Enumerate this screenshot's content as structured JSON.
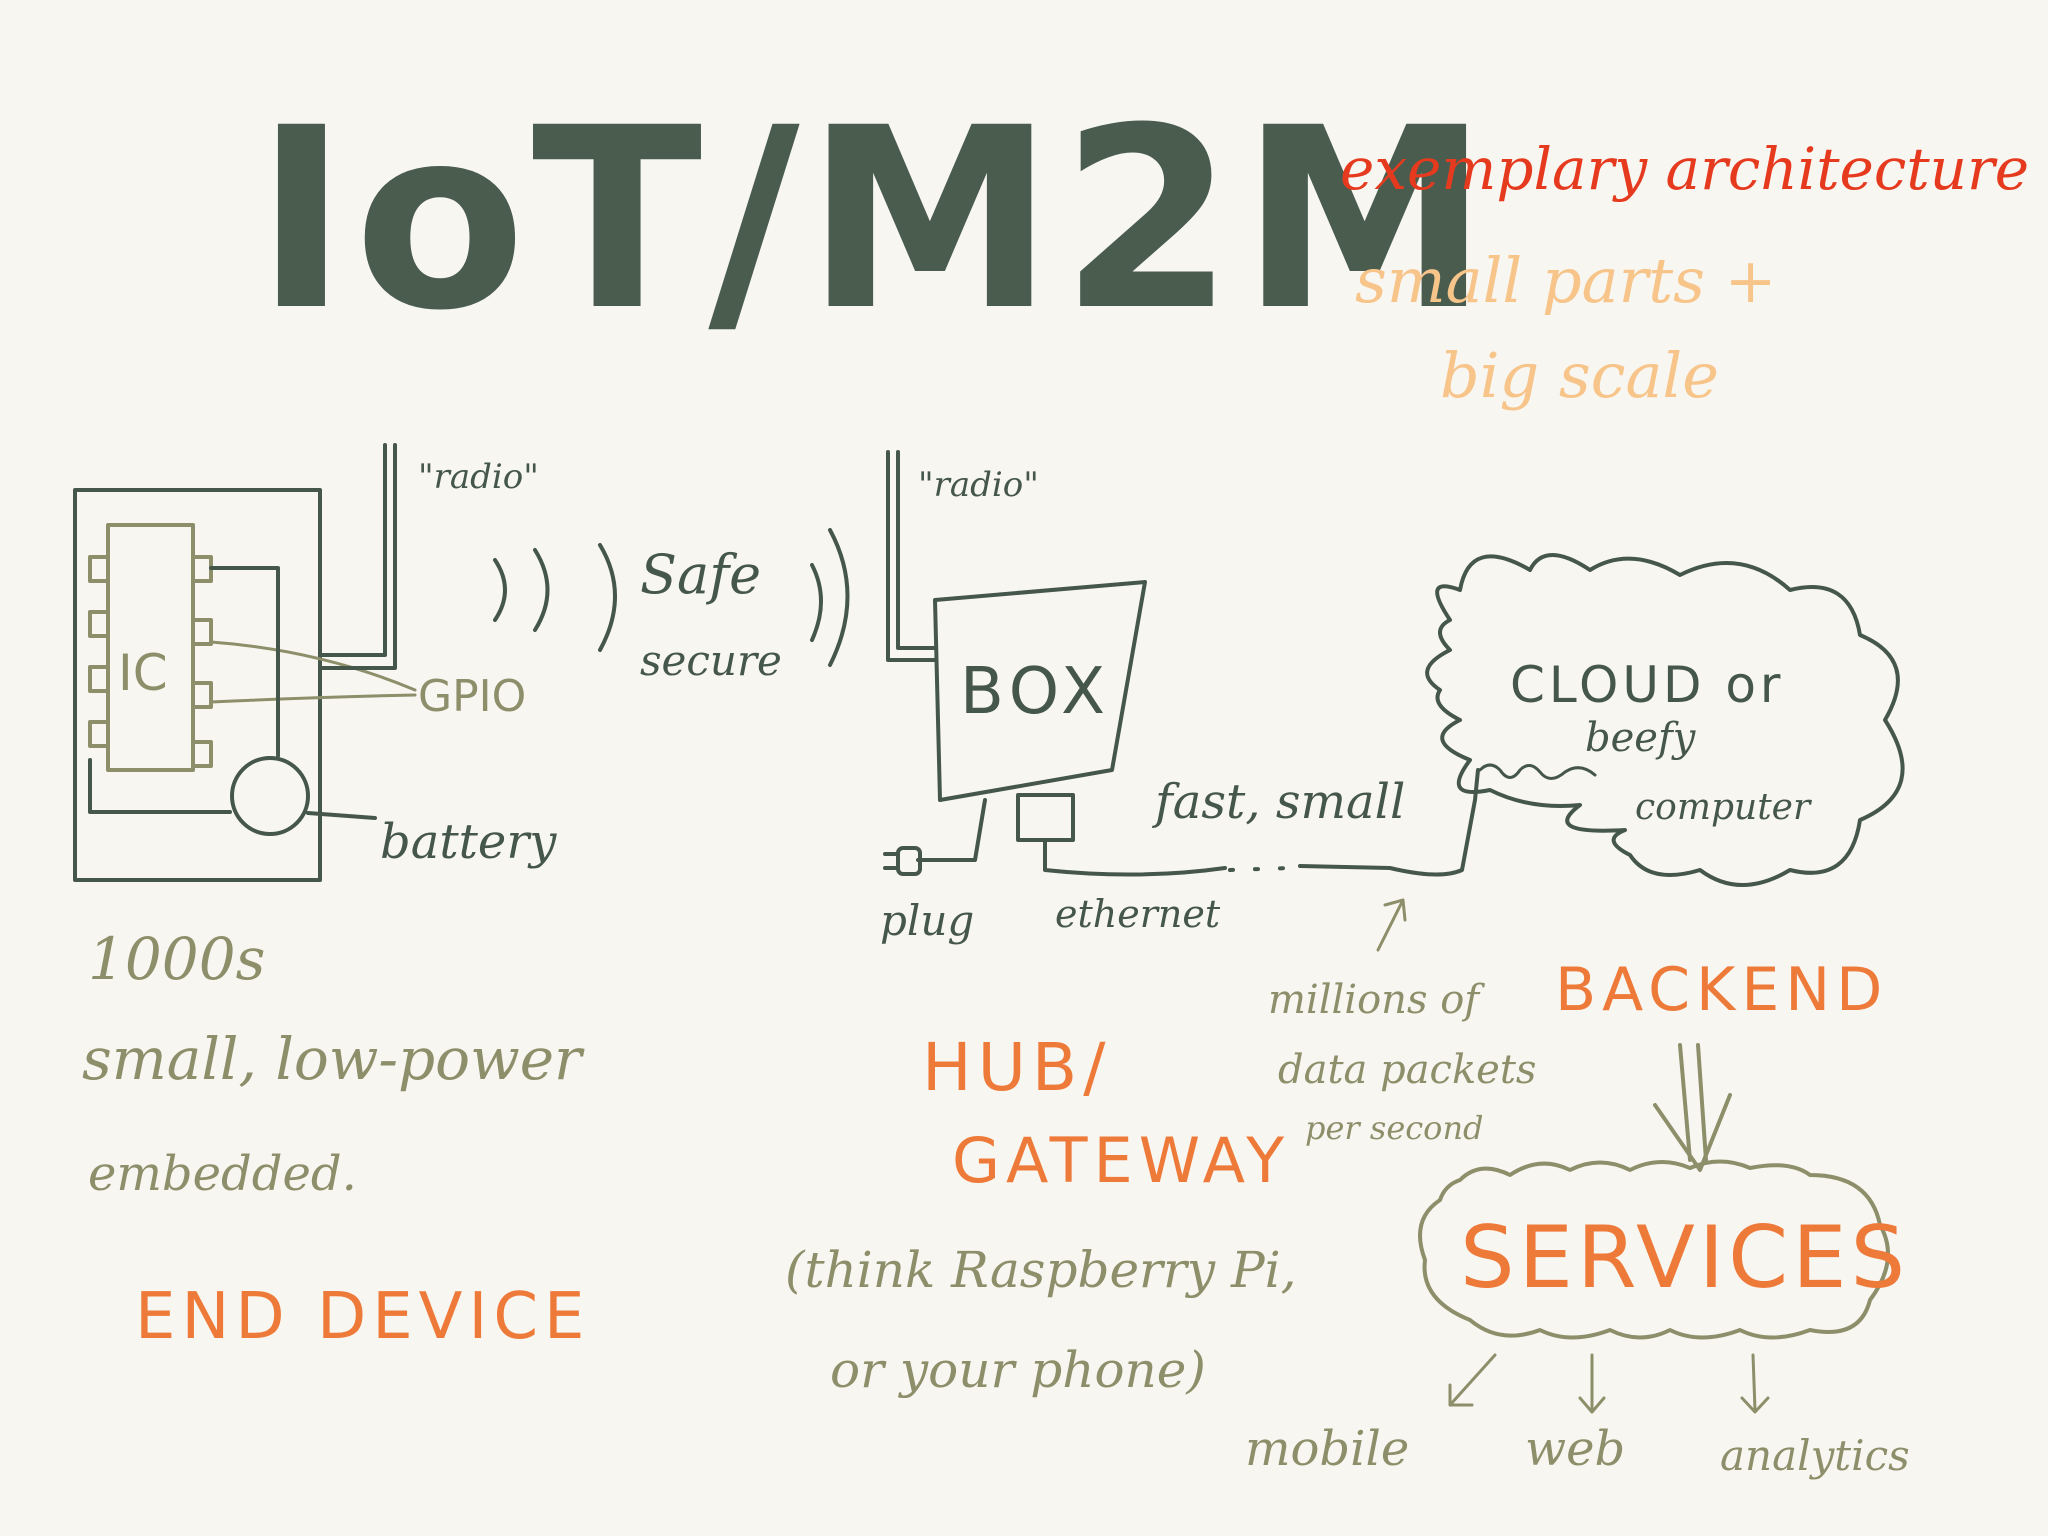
{
  "title": "IoT/M2M",
  "subtitle": {
    "line1": "exemplary architecture",
    "line2": "small parts +",
    "line3": "big scale"
  },
  "end_device": {
    "chip_label": "IC",
    "gpio_label": "GPIO",
    "battery_label": "battery",
    "radio_label": "\"radio\"",
    "desc_line1": "1000s",
    "desc_line2": "small, low-power",
    "desc_line3": "embedded.",
    "heading": "END DEVICE"
  },
  "link": {
    "line1": "Safe",
    "line2": "secure"
  },
  "hub": {
    "radio_label": "\"radio\"",
    "box_label": "BOX",
    "plug_label": "plug",
    "ethernet_label": "ethernet",
    "heading_line1": "HUB/",
    "heading_line2": "GATEWAY",
    "note_line1": "(think Raspberry Pi,",
    "note_line2": "or your phone)"
  },
  "connection": {
    "speed_label": "fast, small",
    "traffic_line1": "millions of",
    "traffic_line2": "data packets",
    "traffic_line3": "per second"
  },
  "backend": {
    "cloud_line1": "CLOUD or",
    "cloud_line2": "beefy",
    "cloud_line3": "computer",
    "heading": "BACKEND"
  },
  "services": {
    "label": "SERVICES",
    "outputs": [
      "mobile",
      "web",
      "analytics"
    ]
  },
  "colors": {
    "ink_green": "#45574a",
    "olive": "#8d8f6a",
    "orange": "#ee7a3a",
    "red": "#e63a1f",
    "peach": "#f7c48a"
  }
}
